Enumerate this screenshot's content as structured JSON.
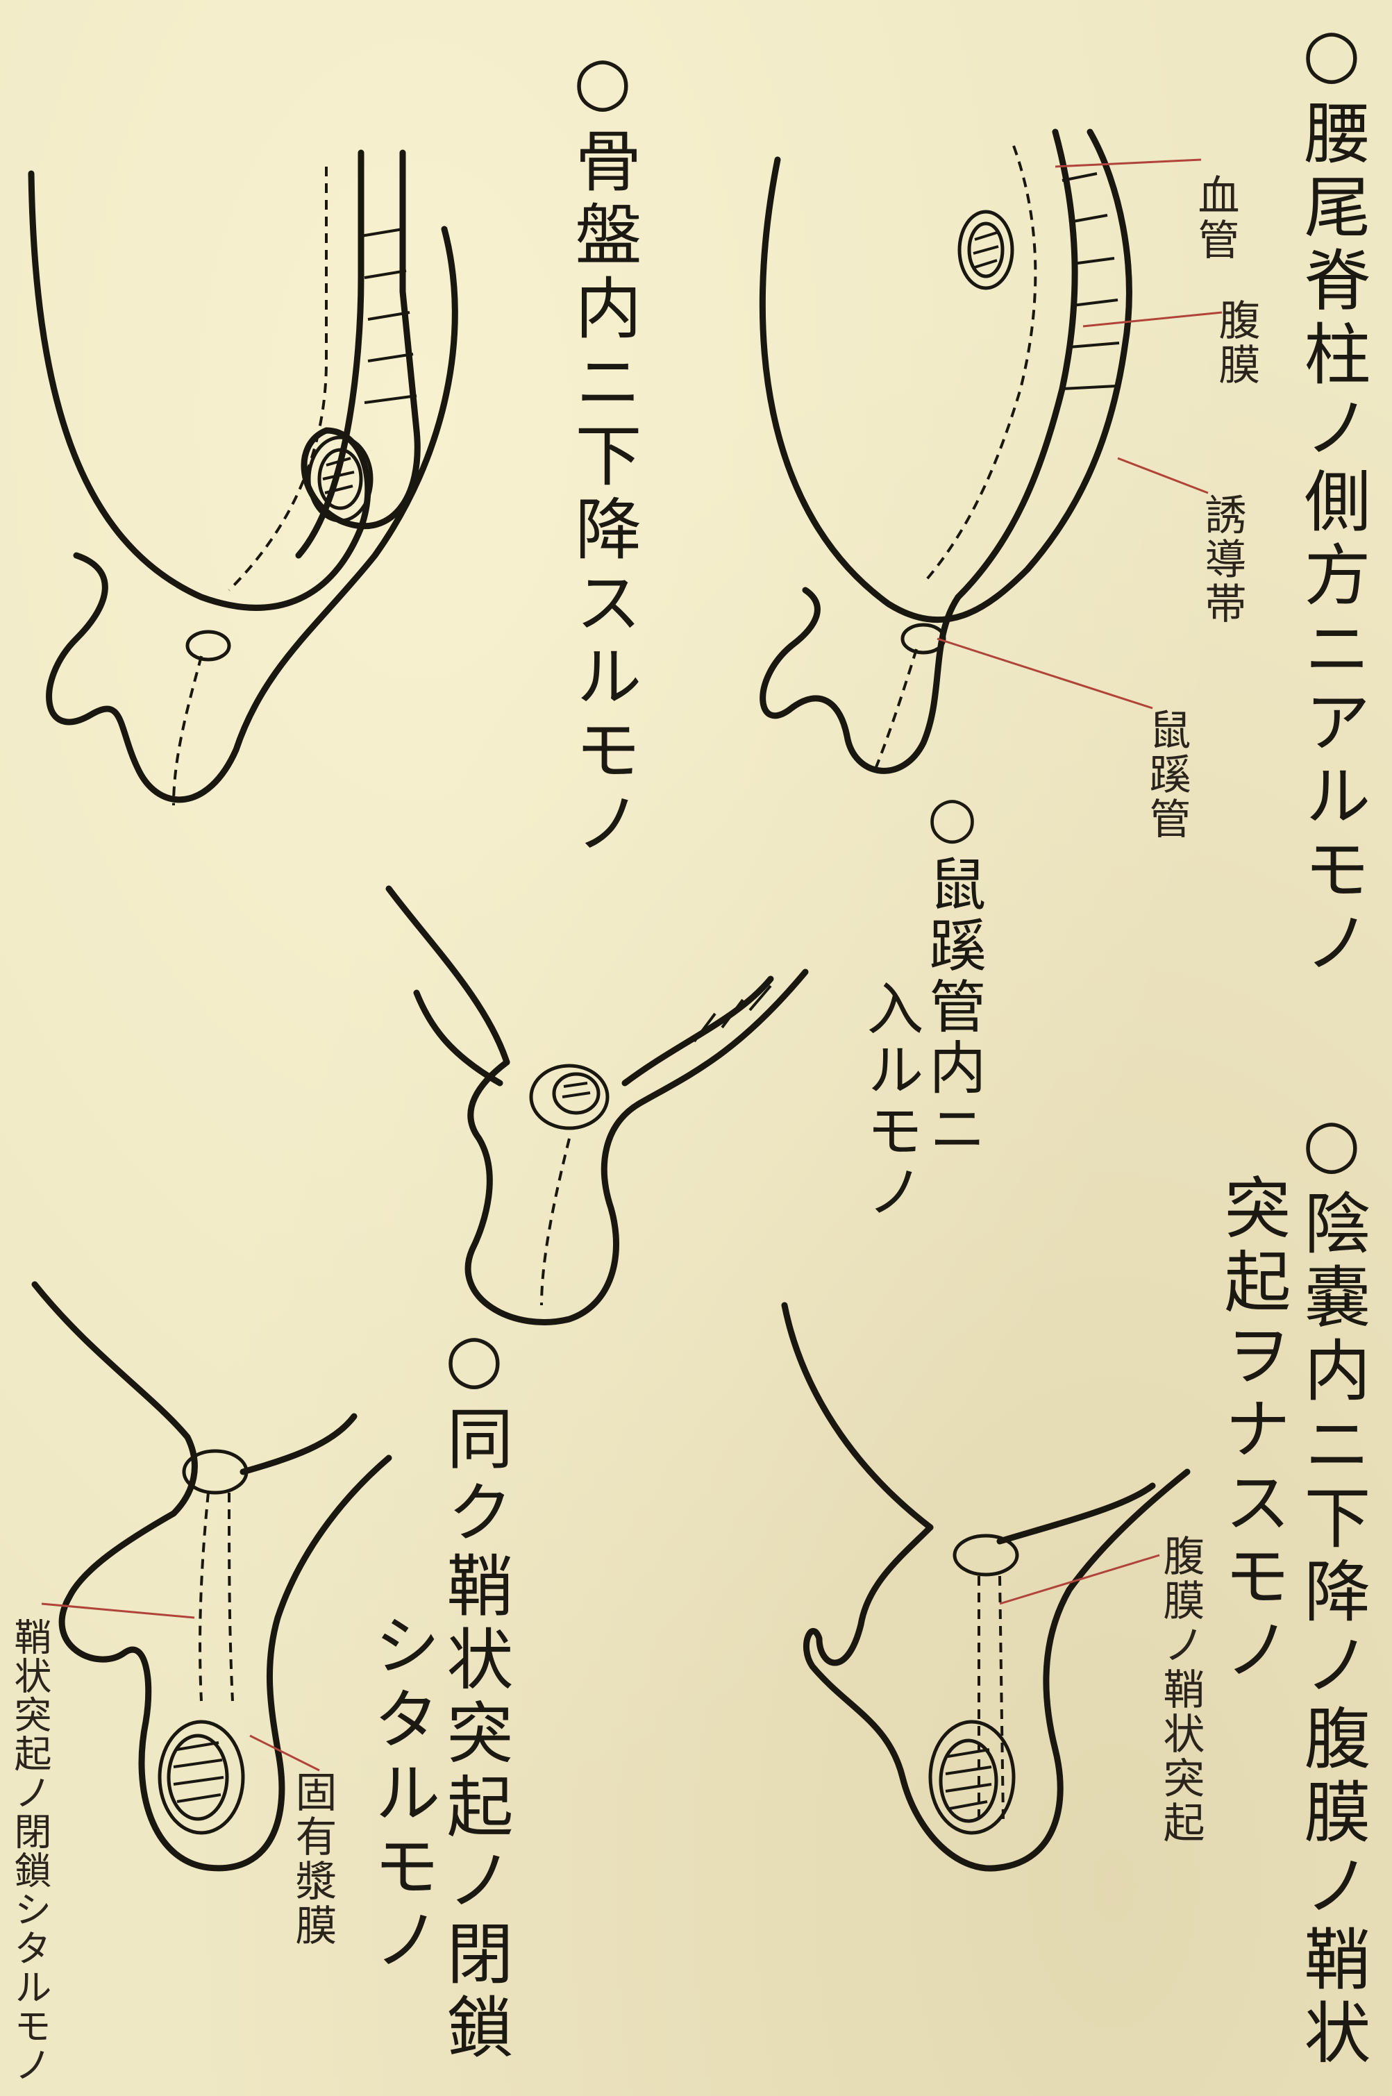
{
  "captions": {
    "pelvic": "○骨盤内ニ下降スルモノ",
    "lumbar": "○腰尾脊柱ノ側方ニアルモノ",
    "inguinal_1": "○鼠蹊管内ニ",
    "inguinal_2": "入ルモノ",
    "closure_1": "○同ク鞘状突起ノ閉鎖",
    "closure_2": "シタルモノ",
    "scrotal_1": "○陰嚢内ニ下降ノ腹膜ノ鞘状",
    "scrotal_2": "突起ヲナスモノ"
  },
  "labels": {
    "vessel": "血管",
    "peritoneum": "腹膜",
    "gubernaculum": "誘導帯",
    "inguinal_canal": "鼠蹊管",
    "vaginal_process": "腹膜ノ鞘状突起",
    "closed_process": "鞘状突起ノ閉鎖シタルモノ",
    "tunica_propria": "固有漿膜"
  }
}
